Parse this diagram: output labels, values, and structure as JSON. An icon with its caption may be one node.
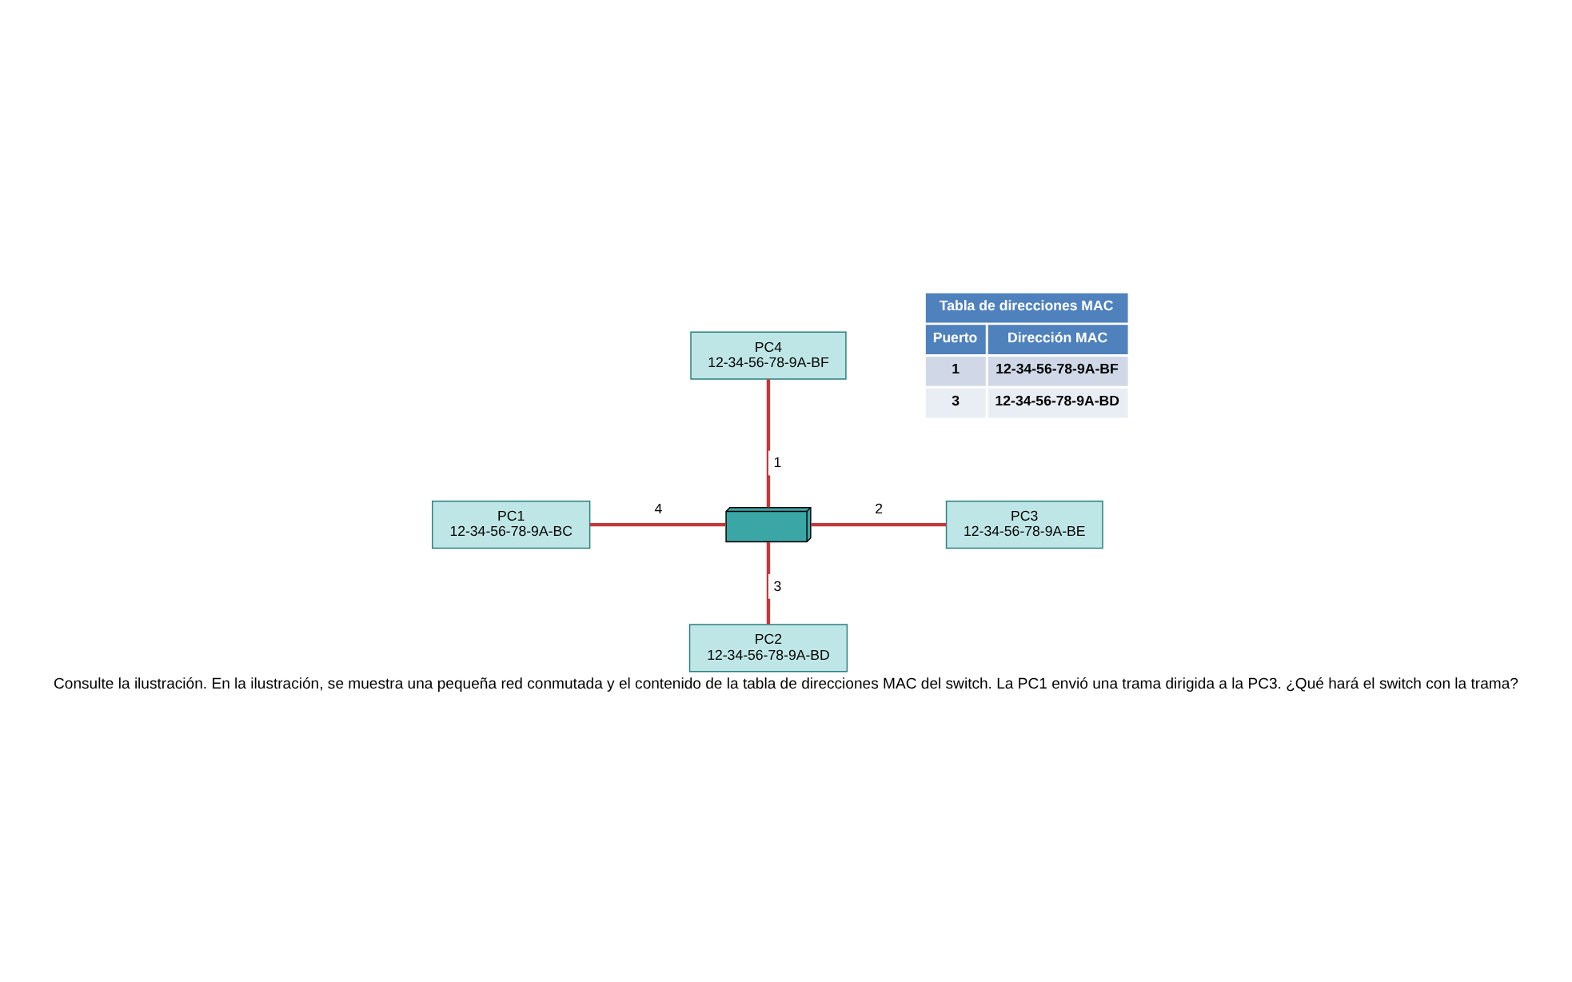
{
  "diagram": {
    "caption": "Consulte la ilustración. En la ilustración, se muestra una pequeña red conmutada y el contenido de la tabla de direcciones MAC del switch. La PC1 envió una trama dirigida a la PC3. ¿Qué hará el switch con la trama?",
    "nodes": [
      {
        "text": [
          "PC4",
          "12-34-56-78-9A-BF"
        ]
      },
      {
        "text": [],
        "shape": "picture"
      },
      {
        "text": [
          "PC1",
          "12-34-56-78-9A-BC"
        ]
      },
      {
        "text": [
          "PC3",
          "12-34-56-78-9A-BE"
        ]
      },
      {
        "text": [
          "PC2",
          "12-34-56-78-9A-BD"
        ]
      }
    ],
    "edges": [
      {
        "from": 0,
        "to": 1,
        "arrow": "none",
        "label": "1"
      },
      {
        "from": 1,
        "to": 3,
        "arrow": "none",
        "label": "2"
      },
      {
        "from": 1,
        "to": 4,
        "arrow": "none",
        "label": "3"
      },
      {
        "from": 2,
        "to": 1,
        "arrow": "none",
        "label": "4"
      }
    ],
    "labels": [
      "Tabla de direcciones MAC",
      "Puerto",
      "Dirección MAC",
      "1",
      "12-34-56-78-9A-BF",
      "3",
      "12-34-56-78-9A-BD"
    ]
  }
}
